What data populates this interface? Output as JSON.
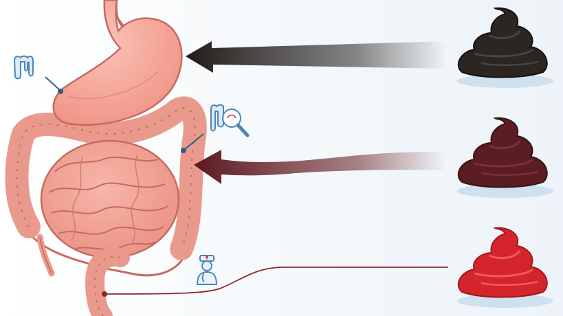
{
  "diagram": {
    "organs": {
      "stomach": "stomach",
      "small_intestine": "small-intestine",
      "large_intestine": "large-intestine",
      "rectum": "rectum"
    },
    "icons": [
      "colon-icon",
      "magnifier-colon-icon",
      "doctor-icon"
    ],
    "stools": [
      {
        "name": "black-tarry-stool",
        "color": "#2b2622",
        "points_to": "stomach"
      },
      {
        "name": "maroon-stool",
        "color": "#5a1d22",
        "points_to": "large-intestine"
      },
      {
        "name": "bright-red-stool",
        "color": "#d4252c",
        "points_to": "rectum"
      }
    ],
    "colors": {
      "organ_fill": "#f0a296",
      "organ_stroke": "#c56a60",
      "icon_stroke": "#4a86b8",
      "arrow_dark": "#2a2522",
      "arrow_maroon": "#6a1f25",
      "line_red": "#8a2a2a"
    }
  }
}
